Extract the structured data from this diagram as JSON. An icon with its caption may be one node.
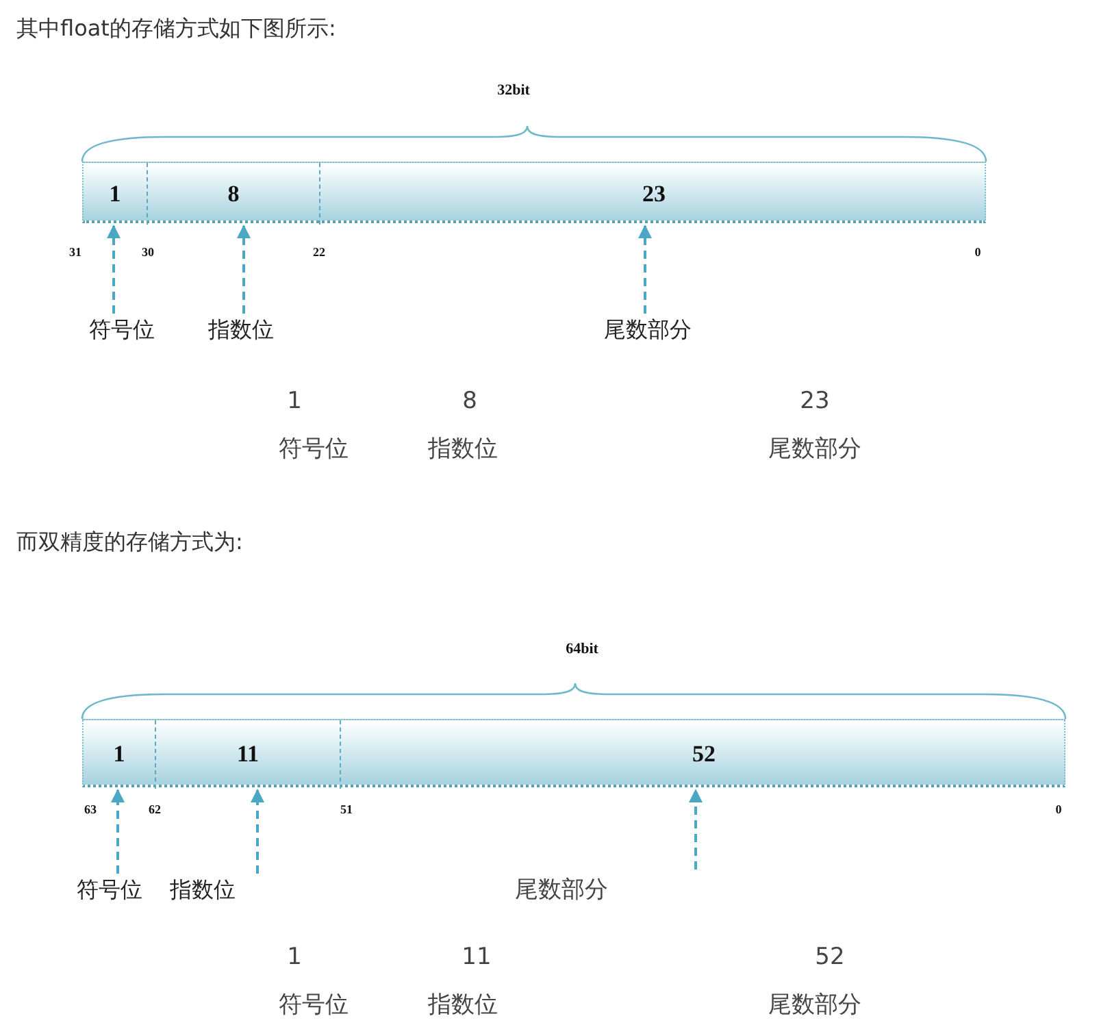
{
  "diagram": {
    "nodes": [
      {
        "text": [],
        "shape": "bar"
      },
      {
        "text": [
          "1"
        ],
        "in": 0
      },
      {
        "text": [
          "8"
        ],
        "in": 0
      },
      {
        "text": [
          "23"
        ],
        "in": 0
      },
      {
        "text": [
          "符号位"
        ]
      },
      {
        "text": [
          "指数位"
        ]
      },
      {
        "text": [
          "尾数部分"
        ]
      },
      {
        "text": [],
        "shape": "bar"
      },
      {
        "text": [
          "1"
        ],
        "in": 7
      },
      {
        "text": [
          "11"
        ],
        "in": 7
      },
      {
        "text": [
          "52"
        ],
        "in": 7
      },
      {
        "text": [
          "符号位"
        ]
      },
      {
        "text": [
          "指数位"
        ]
      }
    ],
    "edges": [
      {
        "from": 4,
        "to": 1,
        "arrow": "to",
        "style": "dashed"
      },
      {
        "from": 5,
        "to": 2,
        "arrow": "to",
        "style": "dashed"
      },
      {
        "from": 6,
        "to": 3,
        "arrow": "to",
        "style": "dashed"
      },
      {
        "from": 11,
        "to": 8,
        "arrow": "to",
        "style": "dashed"
      },
      {
        "from": 12,
        "to": 9,
        "arrow": "to",
        "style": "dashed"
      },
      {
        "from": null,
        "to": 10,
        "arrow": "to",
        "style": "dashed"
      }
    ],
    "labels": [
      "其中float的存储方式如下图所示:",
      "32bit",
      "31",
      "30",
      "22",
      "0",
      "1",
      "8",
      "23",
      "符号位",
      "指数位",
      "尾数部分",
      "而双精度的存储方式为:",
      "64bit",
      "63",
      "62",
      "51",
      "0",
      "尾数部分",
      "1",
      "11",
      "52",
      "符号位",
      "指数位",
      "尾数部分"
    ]
  }
}
